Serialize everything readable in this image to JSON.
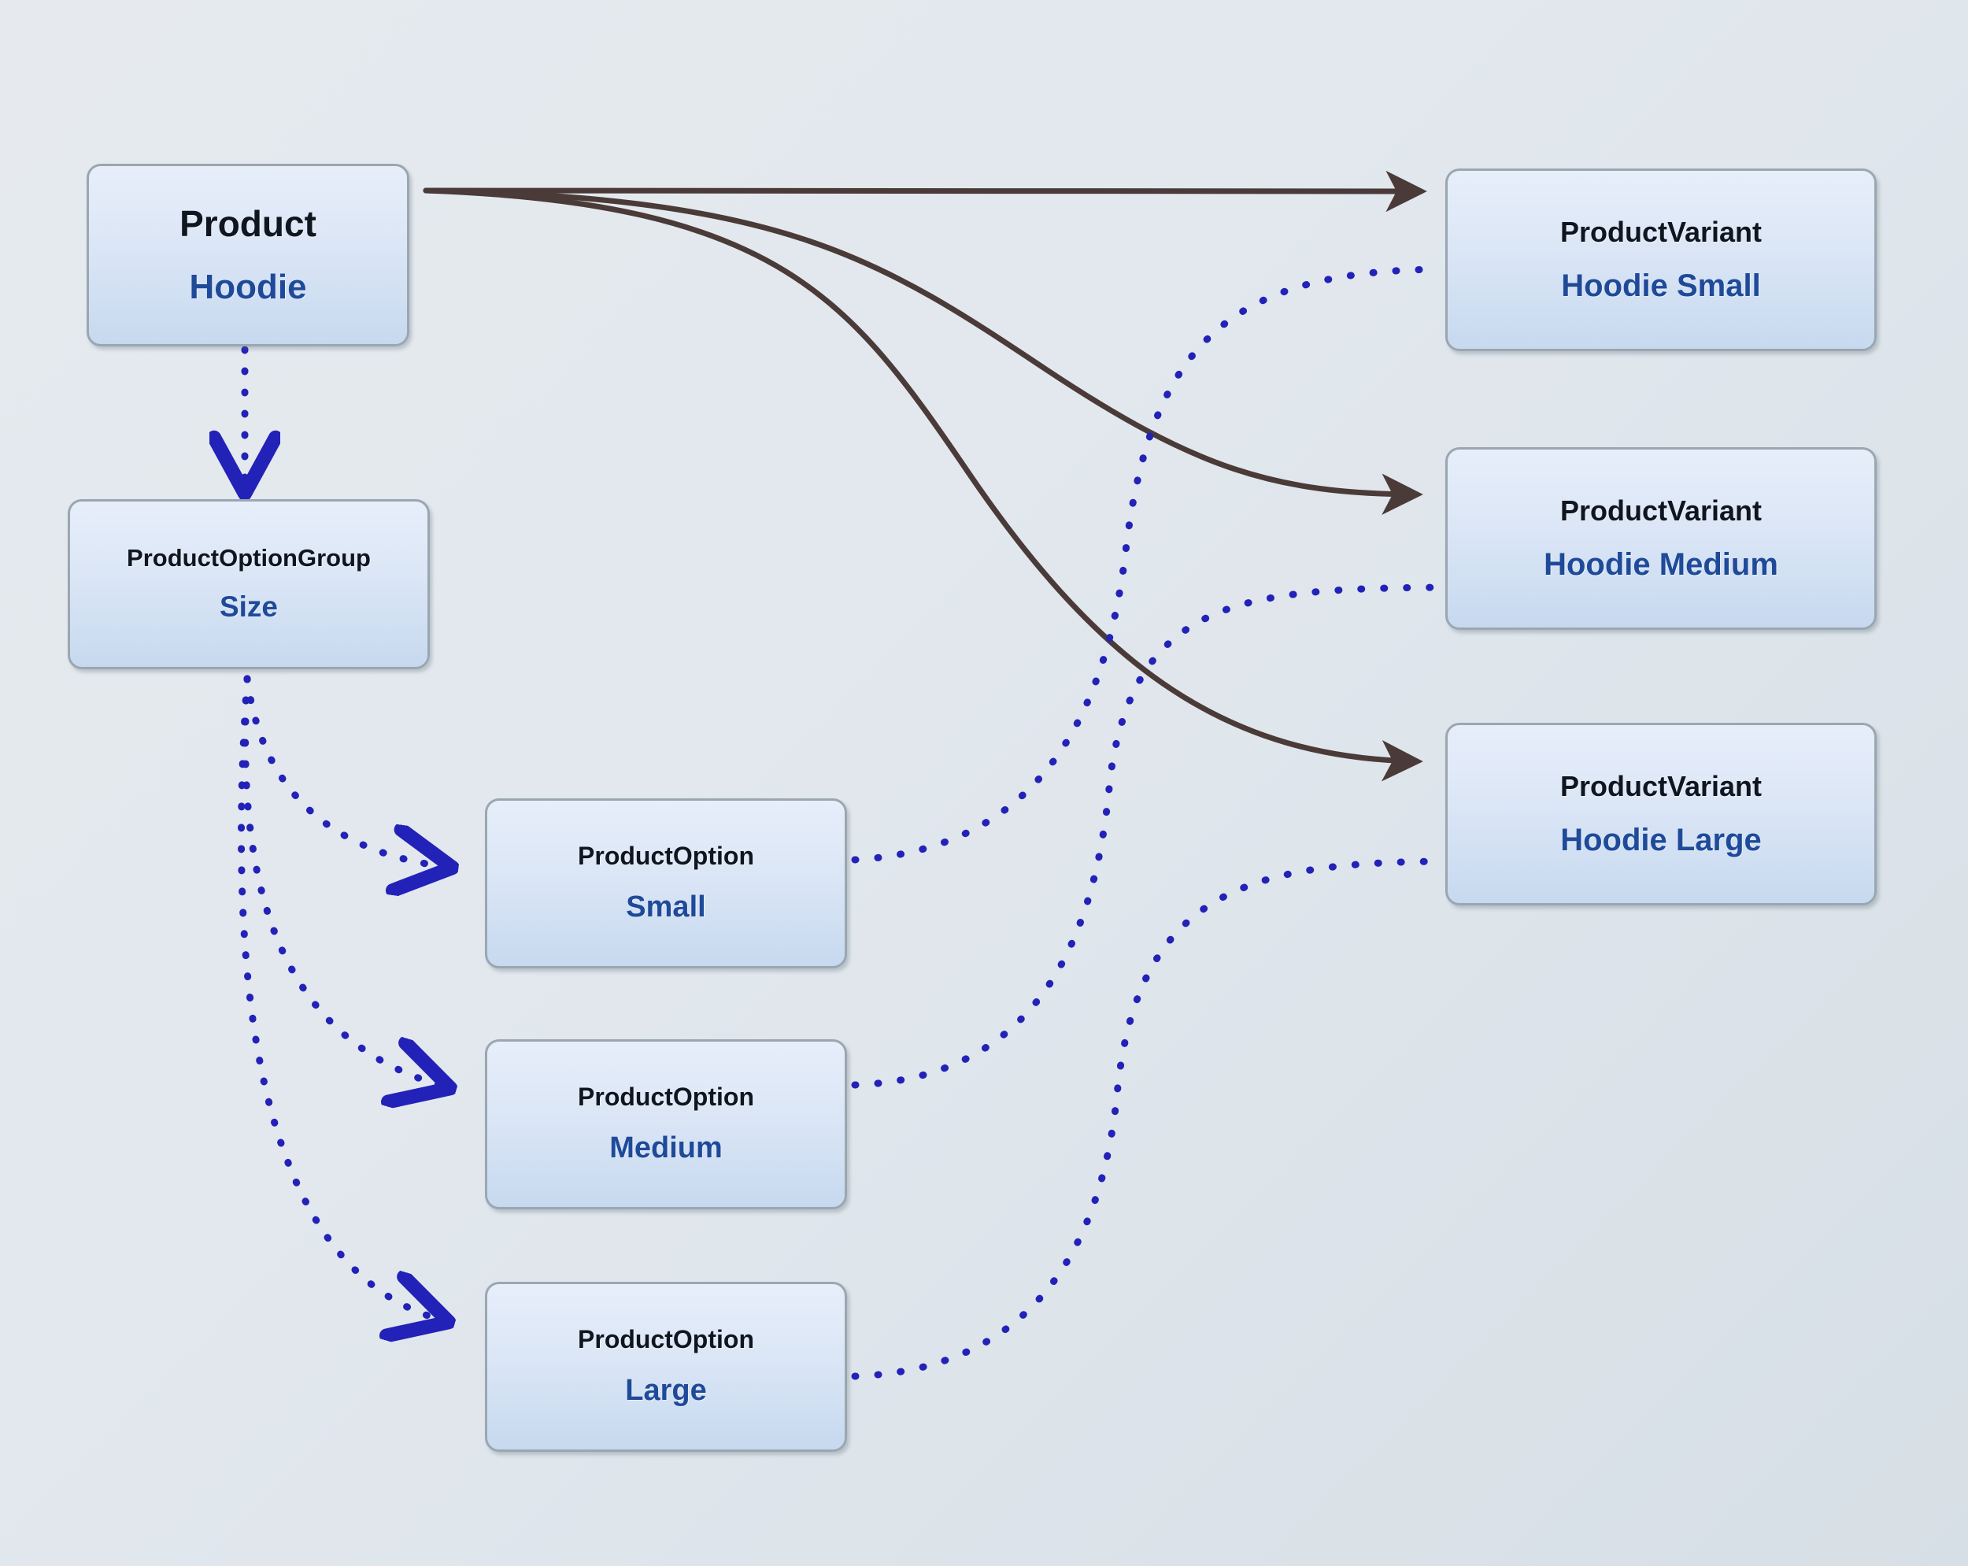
{
  "diagram": {
    "title_hidden": "",
    "colors": {
      "background_light": "#e6eaef",
      "background_dark": "#d7dfe6",
      "node_border": "#9aa7b0",
      "node_fill_top": "#e7eefa",
      "node_fill_bottom": "#c7d9ef",
      "title_text": "#10161f",
      "value_text": "#1f4a99",
      "solid_edge": "#4a3b38",
      "dotted_edge": "#2222b8"
    },
    "nodes": [
      {
        "id": "product",
        "title": "Product",
        "value": "Hoodie"
      },
      {
        "id": "optiongroup",
        "title": "ProductOptionGroup",
        "value": "Size"
      },
      {
        "id": "option-small",
        "title": "ProductOption",
        "value": "Small"
      },
      {
        "id": "option-medium",
        "title": "ProductOption",
        "value": "Medium"
      },
      {
        "id": "option-large",
        "title": "ProductOption",
        "value": "Large"
      },
      {
        "id": "variant-small",
        "title": "ProductVariant",
        "value": "Hoodie Small"
      },
      {
        "id": "variant-medium",
        "title": "ProductVariant",
        "value": "Hoodie Medium"
      },
      {
        "id": "variant-large",
        "title": "ProductVariant",
        "value": "Hoodie Large"
      }
    ],
    "edges": [
      {
        "id": "e-product-variant-small",
        "from": "product",
        "to": "variant-small",
        "style": "solid",
        "arrow": "filled-v"
      },
      {
        "id": "e-product-variant-medium",
        "from": "product",
        "to": "variant-medium",
        "style": "solid",
        "arrow": "filled-v"
      },
      {
        "id": "e-product-variant-large",
        "from": "product",
        "to": "variant-large",
        "style": "solid",
        "arrow": "filled-v"
      },
      {
        "id": "e-product-optiongroup",
        "from": "product",
        "to": "optiongroup",
        "style": "dotted",
        "arrow": "open-v"
      },
      {
        "id": "e-group-option-small",
        "from": "optiongroup",
        "to": "option-small",
        "style": "dotted",
        "arrow": "open-v"
      },
      {
        "id": "e-group-option-medium",
        "from": "optiongroup",
        "to": "option-medium",
        "style": "dotted",
        "arrow": "open-v"
      },
      {
        "id": "e-group-option-large",
        "from": "optiongroup",
        "to": "option-large",
        "style": "dotted",
        "arrow": "open-v"
      },
      {
        "id": "e-option-small-variant",
        "from": "option-small",
        "to": "variant-small",
        "style": "dotted",
        "arrow": "none"
      },
      {
        "id": "e-option-medium-variant",
        "from": "option-medium",
        "to": "variant-medium",
        "style": "dotted",
        "arrow": "none"
      },
      {
        "id": "e-option-large-variant",
        "from": "option-large",
        "to": "variant-large",
        "style": "dotted",
        "arrow": "none"
      }
    ]
  }
}
